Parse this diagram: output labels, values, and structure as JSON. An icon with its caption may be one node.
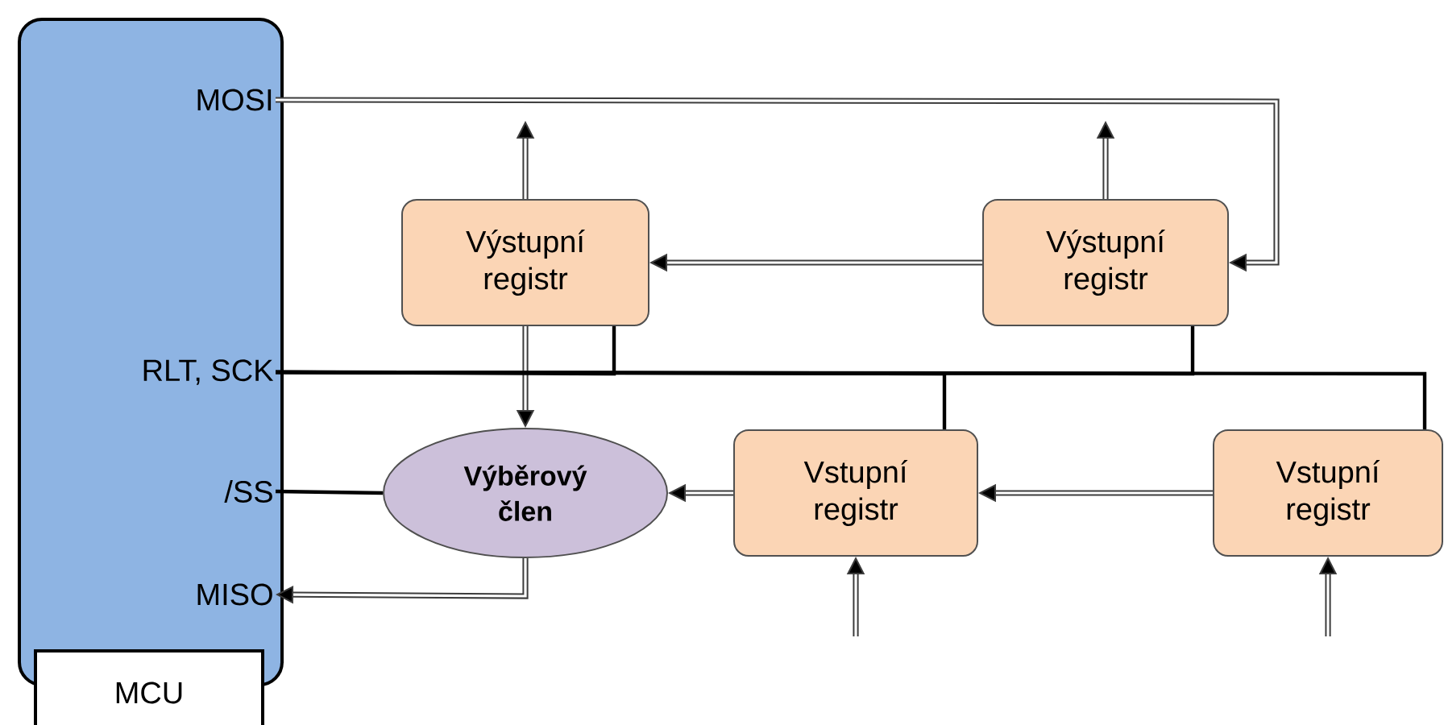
{
  "diagram": {
    "nodes": [
      {
        "text": [],
        "shape": "box"
      },
      {
        "text": [
          "MOSI"
        ],
        "in": 0
      },
      {
        "text": [
          "RLT, SCK"
        ],
        "in": 0
      },
      {
        "text": [
          "/SS"
        ],
        "in": 0
      },
      {
        "text": [
          "MISO"
        ],
        "in": 0
      },
      {
        "text": [
          "MCU"
        ]
      },
      {
        "text": [
          "Výstupní registr"
        ]
      },
      {
        "text": [
          "Výstupní registr"
        ]
      },
      {
        "text": [
          "Výběrový člen"
        ]
      },
      {
        "text": [
          "Vstupní registr"
        ]
      },
      {
        "text": [
          "Vstupní registr"
        ]
      }
    ],
    "edges": [
      {
        "from": 1,
        "to": 7,
        "arrow": "to"
      },
      {
        "from": 7,
        "to": 6,
        "arrow": "to"
      },
      {
        "from": 6,
        "to": null,
        "arrow": "to"
      },
      {
        "from": 7,
        "to": null,
        "arrow": "to"
      },
      {
        "from": 6,
        "to": 8,
        "arrow": "to"
      },
      {
        "from": 9,
        "to": 8,
        "arrow": "to"
      },
      {
        "from": 10,
        "to": 9,
        "arrow": "to"
      },
      {
        "from": null,
        "to": 9,
        "arrow": "to"
      },
      {
        "from": null,
        "to": 10,
        "arrow": "to"
      },
      {
        "from": 8,
        "to": 4,
        "arrow": "to"
      },
      {
        "from": 2,
        "to": 6,
        "arrow": "none"
      },
      {
        "from": 2,
        "to": 7,
        "arrow": "none"
      },
      {
        "from": 2,
        "to": 9,
        "arrow": "none"
      },
      {
        "from": 2,
        "to": 10,
        "arrow": "none"
      },
      {
        "from": 3,
        "to": 8,
        "arrow": "none"
      }
    ]
  }
}
